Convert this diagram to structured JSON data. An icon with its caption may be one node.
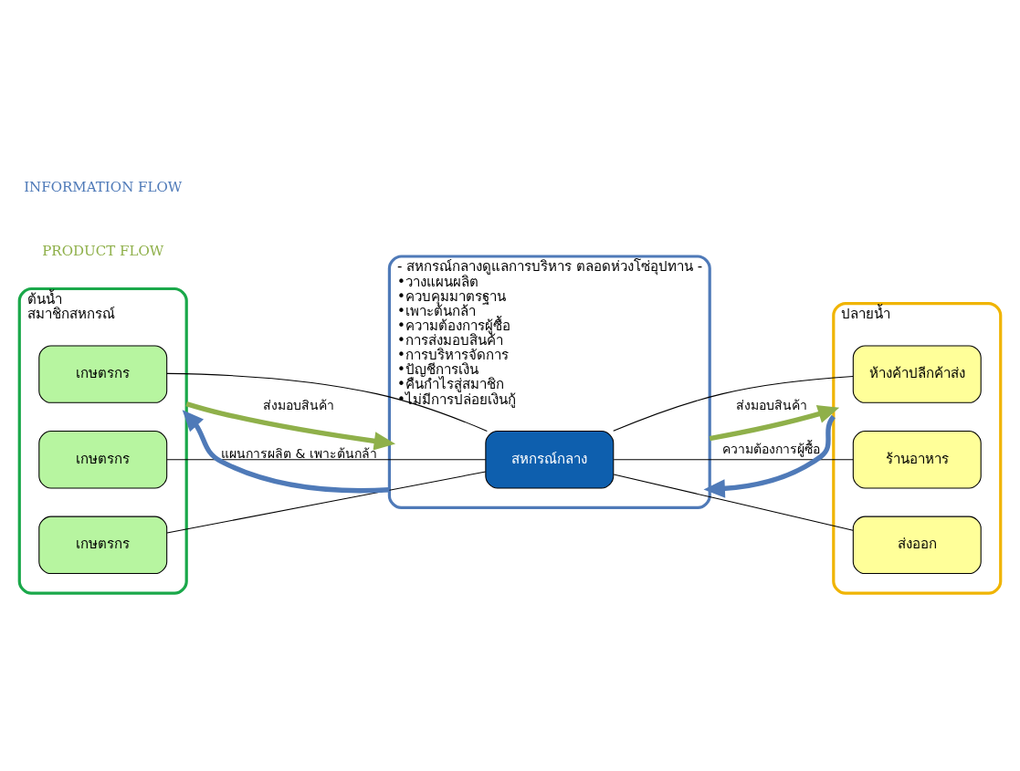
{
  "diagram": {
    "nodes": [
      {
        "text": [
          "ต้นน้ำ",
          "สมาชิกสหกรณ์"
        ]
      },
      {
        "text": [
          "เกษตรกร"
        ],
        "in": 0
      },
      {
        "text": [
          "เกษตรกร"
        ],
        "in": 0
      },
      {
        "text": [
          "เกษตรกร"
        ],
        "in": 0
      },
      {
        "text": [
          "- สหกรณ์กลางดูแลการบริหาร ตลอดห่วงโซ่อุปทาน -",
          "•วางแผนผลิต",
          "•ควบคุมมาตรฐาน",
          "•เพาะต้นกล้า",
          "•ความต้องการผู้ซื้อ",
          "•การส่งมอบสินค้า",
          "•การบริหารจัดการ",
          "•ปัญชีการเงิน",
          "•คืนกำไรสู่สมาชิก",
          "•ไม่มีการปล่อยเงินกู้"
        ]
      },
      {
        "text": [
          "สหกรณ์กลาง"
        ],
        "in": 4
      },
      {
        "text": [
          "ปลายน้ำ"
        ]
      },
      {
        "text": [
          "ห้างค้าปลีกค้าส่ง"
        ],
        "in": 6
      },
      {
        "text": [
          "ร้านอาหาร"
        ],
        "in": 6
      },
      {
        "text": [
          "ส่งออก"
        ],
        "in": 6
      }
    ],
    "edges": [
      {
        "from": 1,
        "to": 5,
        "arrow": "none"
      },
      {
        "from": 2,
        "to": 5,
        "arrow": "none"
      },
      {
        "from": 3,
        "to": 5,
        "arrow": "none"
      },
      {
        "from": 5,
        "to": 7,
        "arrow": "none"
      },
      {
        "from": 5,
        "to": 8,
        "arrow": "none"
      },
      {
        "from": 5,
        "to": 9,
        "arrow": "none"
      },
      {
        "from": 0,
        "to": 4,
        "arrow": "to",
        "label": "ส่งมอบสินค้า",
        "style": "thick",
        "color": "#8fb04a"
      },
      {
        "from": 4,
        "to": 6,
        "arrow": "to",
        "label": "ส่งมอบสินค้า",
        "style": "thick",
        "color": "#8fb04a"
      },
      {
        "from": 4,
        "to": 0,
        "arrow": "to",
        "label": "แผนการผลิต & เพาะต้นกล้า",
        "style": "thick",
        "color": "#4f7ab8"
      },
      {
        "from": 6,
        "to": 4,
        "arrow": "to",
        "label": "ความต้องการผู้ซื้อ",
        "style": "thick",
        "color": "#4f7ab8"
      }
    ],
    "labels": [
      "PRODUCT FLOW",
      "INFORMATION FLOW"
    ]
  }
}
